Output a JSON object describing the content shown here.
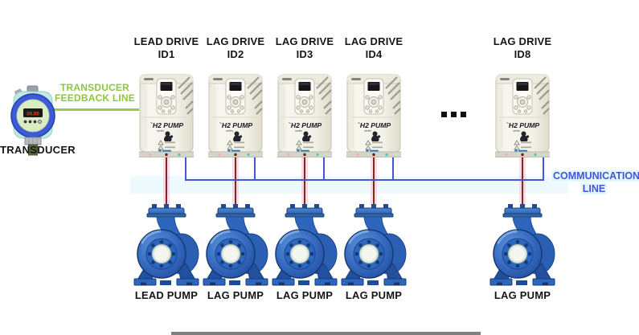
{
  "diagram": {
    "transducer": {
      "label": "TRANSDUCER",
      "display_value": "00.00"
    },
    "feedback_line": {
      "line1": "TRANSDUCER",
      "line2": "FEEDBACK LINE"
    },
    "communication_line": {
      "line1": "COMMUNICATION",
      "line2": "LINE"
    },
    "ellipsis": "...",
    "drive_brand": {
      "mark": "~",
      "name": "H2 PUMP",
      "series": "series"
    },
    "drives": [
      {
        "type_label": "LEAD DRIVE",
        "id": "ID1"
      },
      {
        "type_label": "LAG DRIVE",
        "id": "ID2"
      },
      {
        "type_label": "LAG DRIVE",
        "id": "ID3"
      },
      {
        "type_label": "LAG DRIVE",
        "id": "ID4"
      },
      {
        "type_label": "LAG DRIVE",
        "id": "ID8"
      }
    ],
    "pumps": [
      {
        "label": "LEAD PUMP"
      },
      {
        "label": "LAG PUMP"
      },
      {
        "label": "LAG PUMP"
      },
      {
        "label": "LAG PUMP"
      },
      {
        "label": "LAG PUMP"
      }
    ]
  },
  "colors": {
    "feedback_line_green": "#8DC63F",
    "communication_line_blue": "#4455D8",
    "power_line_maroon": "#7E2A1E",
    "pump_blue": "#2E66BE",
    "drive_body_ivory": "#F3F2E8",
    "transducer_ring_blue": "#3C5BD8",
    "lcd_digits_red": "#FF3222"
  }
}
